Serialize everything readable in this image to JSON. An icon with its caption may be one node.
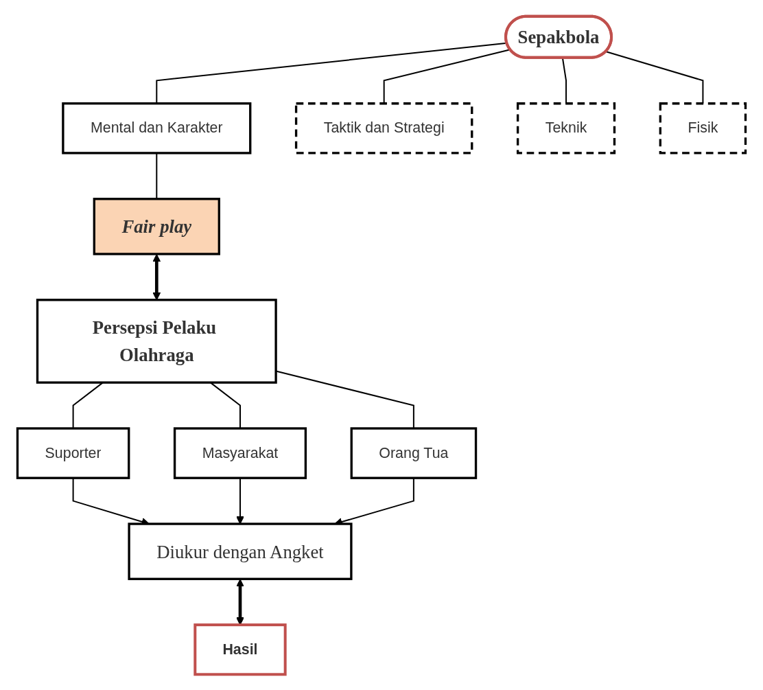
{
  "diagram": {
    "nodes": [
      {
        "text": [
          "Sepakbola"
        ]
      },
      {
        "text": [
          "Mental dan Karakter"
        ]
      },
      {
        "text": [
          "Taktik dan Strategi"
        ]
      },
      {
        "text": [
          "Teknik"
        ]
      },
      {
        "text": [
          "Fisik"
        ]
      },
      {
        "text": [
          "Fair play"
        ]
      },
      {
        "text": [
          "Persepsi Pelaku Olahraga"
        ]
      },
      {
        "text": [
          "Suporter"
        ]
      },
      {
        "text": [
          "Masyarakat"
        ]
      },
      {
        "text": [
          "Orang Tua"
        ]
      },
      {
        "text": [
          "Diukur dengan Angket"
        ]
      },
      {
        "text": [
          "Hasil"
        ]
      }
    ],
    "edges": [
      {
        "from": 0,
        "to": 1,
        "arrow": "none"
      },
      {
        "from": 0,
        "to": 2,
        "arrow": "none"
      },
      {
        "from": 0,
        "to": 3,
        "arrow": "none"
      },
      {
        "from": 0,
        "to": 4,
        "arrow": "none"
      },
      {
        "from": 1,
        "to": 5,
        "arrow": "none"
      },
      {
        "from": 5,
        "to": 6,
        "arrow": "both",
        "style": "thick"
      },
      {
        "from": 6,
        "to": 7,
        "arrow": "none"
      },
      {
        "from": 6,
        "to": 8,
        "arrow": "none"
      },
      {
        "from": 6,
        "to": 9,
        "arrow": "none"
      },
      {
        "from": 7,
        "to": 10,
        "arrow": "to"
      },
      {
        "from": 8,
        "to": 10,
        "arrow": "to"
      },
      {
        "from": 9,
        "to": 10,
        "arrow": "to"
      },
      {
        "from": 10,
        "to": 11,
        "arrow": "both",
        "style": "thick"
      }
    ]
  }
}
